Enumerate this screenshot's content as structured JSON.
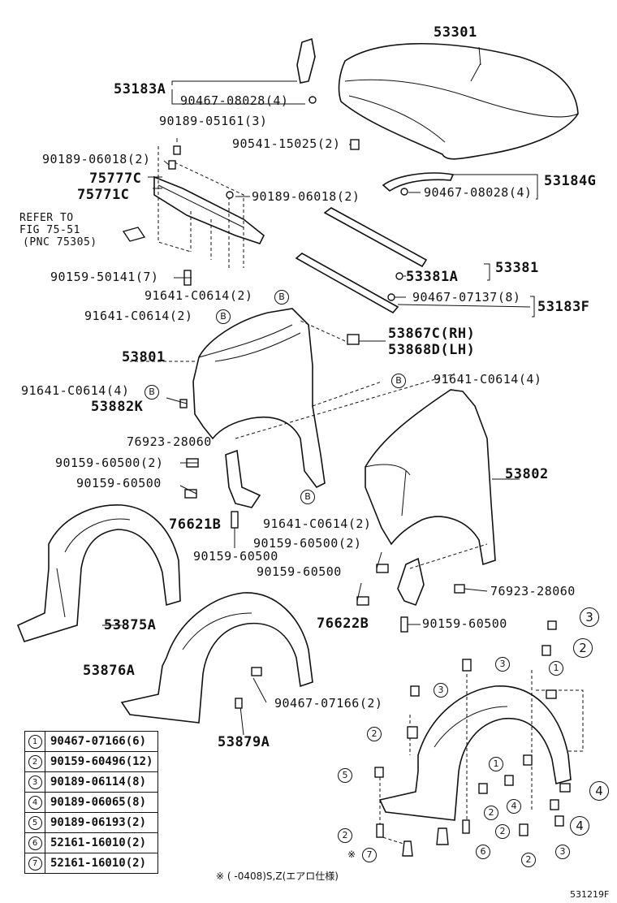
{
  "labels": {
    "hood": "53301",
    "bracket_left": "53183A",
    "clip_a": "90467-08028(4)",
    "screw_a": "90189-05161(3)",
    "cushion": "90541-15025(2)",
    "screw_b": "90189-06018(2)",
    "grille_upper": "75777C",
    "grille_lower": "75771C",
    "screw_c": "90189-06018(2)",
    "seal_right": "53184G",
    "clip_b": "90467-08028(4)",
    "refer_1": "REFER TO",
    "refer_2": "FIG 75-51",
    "refer_3": "(PNC 75305)",
    "bolt_a": "90159-50141(7)",
    "screw_d": "91641-C0614(2)",
    "screw_e": "91641-C0614(2)",
    "strip_a": "53381A",
    "strip_b": "53381",
    "clip_c": "90467-07137(8)",
    "bracket_right": "53183F",
    "fender_left": "53801",
    "insul_rh": "53867C(RH)",
    "insul_lh": "53868D(LH)",
    "screw_f": "91641-C0614(4)",
    "screw_g": "91641-C0614(4)",
    "pad": "53882K",
    "clip_d": "76923-28060",
    "bolt_b": "90159-60500(2)",
    "bolt_c": "90159-60500",
    "mudguard_left": "76621B",
    "screw_h": "91641-C0614(2)",
    "fender_right": "53802",
    "bolt_d": "90159-60500(2)",
    "bolt_e": "90159-60500",
    "bolt_f": "90159-60500",
    "clip_e": "76923-28060",
    "mudguard_right": "76622B",
    "bolt_g": "90159-60500",
    "liner_a": "53875A",
    "liner_b": "53876A",
    "clip_f": "90467-07166(2)",
    "liner_c": "53879A",
    "note": "※ (    -0408)S,Z(エアロ仕様)",
    "code": "531219F"
  },
  "markers": {
    "b": "B"
  },
  "legend": [
    {
      "key": "1",
      "part": "90467-07166(6)"
    },
    {
      "key": "2",
      "part": "90159-60496(12)"
    },
    {
      "key": "3",
      "part": "90189-06114(8)"
    },
    {
      "key": "4",
      "part": "90189-06065(8)"
    },
    {
      "key": "5",
      "part": "90189-06193(2)"
    },
    {
      "key": "6",
      "part": "52161-16010(2)"
    },
    {
      "key": "7",
      "part": "52161-16010(2)"
    }
  ],
  "callouts": {
    "c1": "1",
    "c2": "2",
    "c3": "3",
    "c4": "4",
    "c5": "5",
    "c6": "6",
    "c7": "7",
    "note_mark": "※"
  }
}
